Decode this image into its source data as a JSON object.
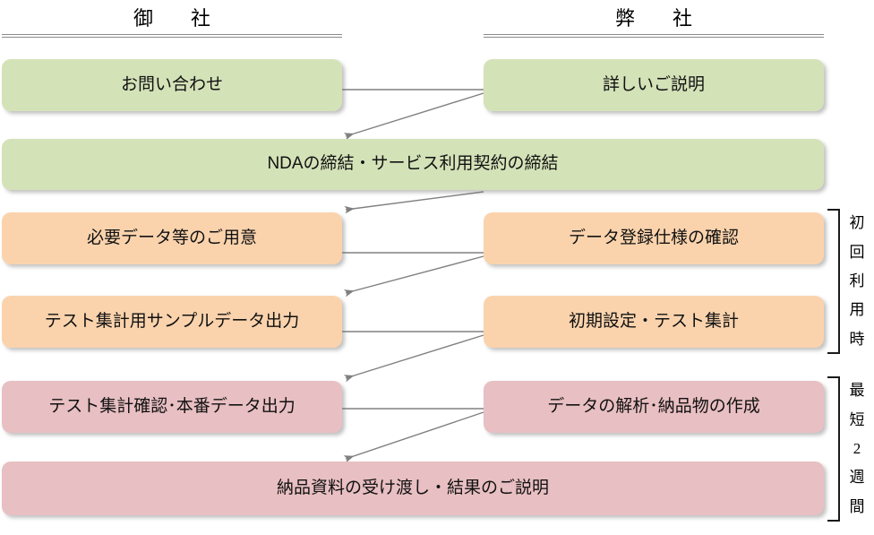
{
  "columns": {
    "left": {
      "title": "御　社"
    },
    "right": {
      "title": "弊　社"
    }
  },
  "colors": {
    "phase_initial": "#d4e2b8",
    "phase_setup": "#fad3ad",
    "phase_delivery": "#e8bfc2",
    "connector": "#808080",
    "bracket": "#1a1a1a"
  },
  "steps": [
    {
      "id": "inquiry",
      "label": "お問い合わせ",
      "column": "left",
      "color": "green"
    },
    {
      "id": "explanation",
      "label": "詳しいご説明",
      "column": "right",
      "color": "green"
    },
    {
      "id": "nda",
      "label": "NDAの締結・サービス利用契約の締結",
      "column": "full",
      "color": "green"
    },
    {
      "id": "prepare-data",
      "label": "必要データ等のご用意",
      "column": "left",
      "color": "peach"
    },
    {
      "id": "check-spec",
      "label": "データ登録仕様の確認",
      "column": "right",
      "color": "peach"
    },
    {
      "id": "sample-output",
      "label": "テスト集計用サンプルデータ出力",
      "column": "left",
      "color": "peach"
    },
    {
      "id": "initial-setup",
      "label": "初期設定・テスト集計",
      "column": "right",
      "color": "peach"
    },
    {
      "id": "verify-output",
      "label": "テスト集計確認･本番データ出力",
      "column": "left",
      "color": "rose"
    },
    {
      "id": "analysis",
      "label": "データの解析･納品物の作成",
      "column": "right",
      "color": "rose"
    },
    {
      "id": "handover",
      "label": "納品資料の受け渡し・結果のご説明",
      "column": "full",
      "color": "rose"
    }
  ],
  "phases": [
    {
      "id": "first-use",
      "chars": [
        "初",
        "回",
        "利",
        "用",
        "時"
      ]
    },
    {
      "id": "min-2weeks",
      "chars": [
        "最",
        "短",
        "2",
        "週",
        "間"
      ]
    }
  ]
}
